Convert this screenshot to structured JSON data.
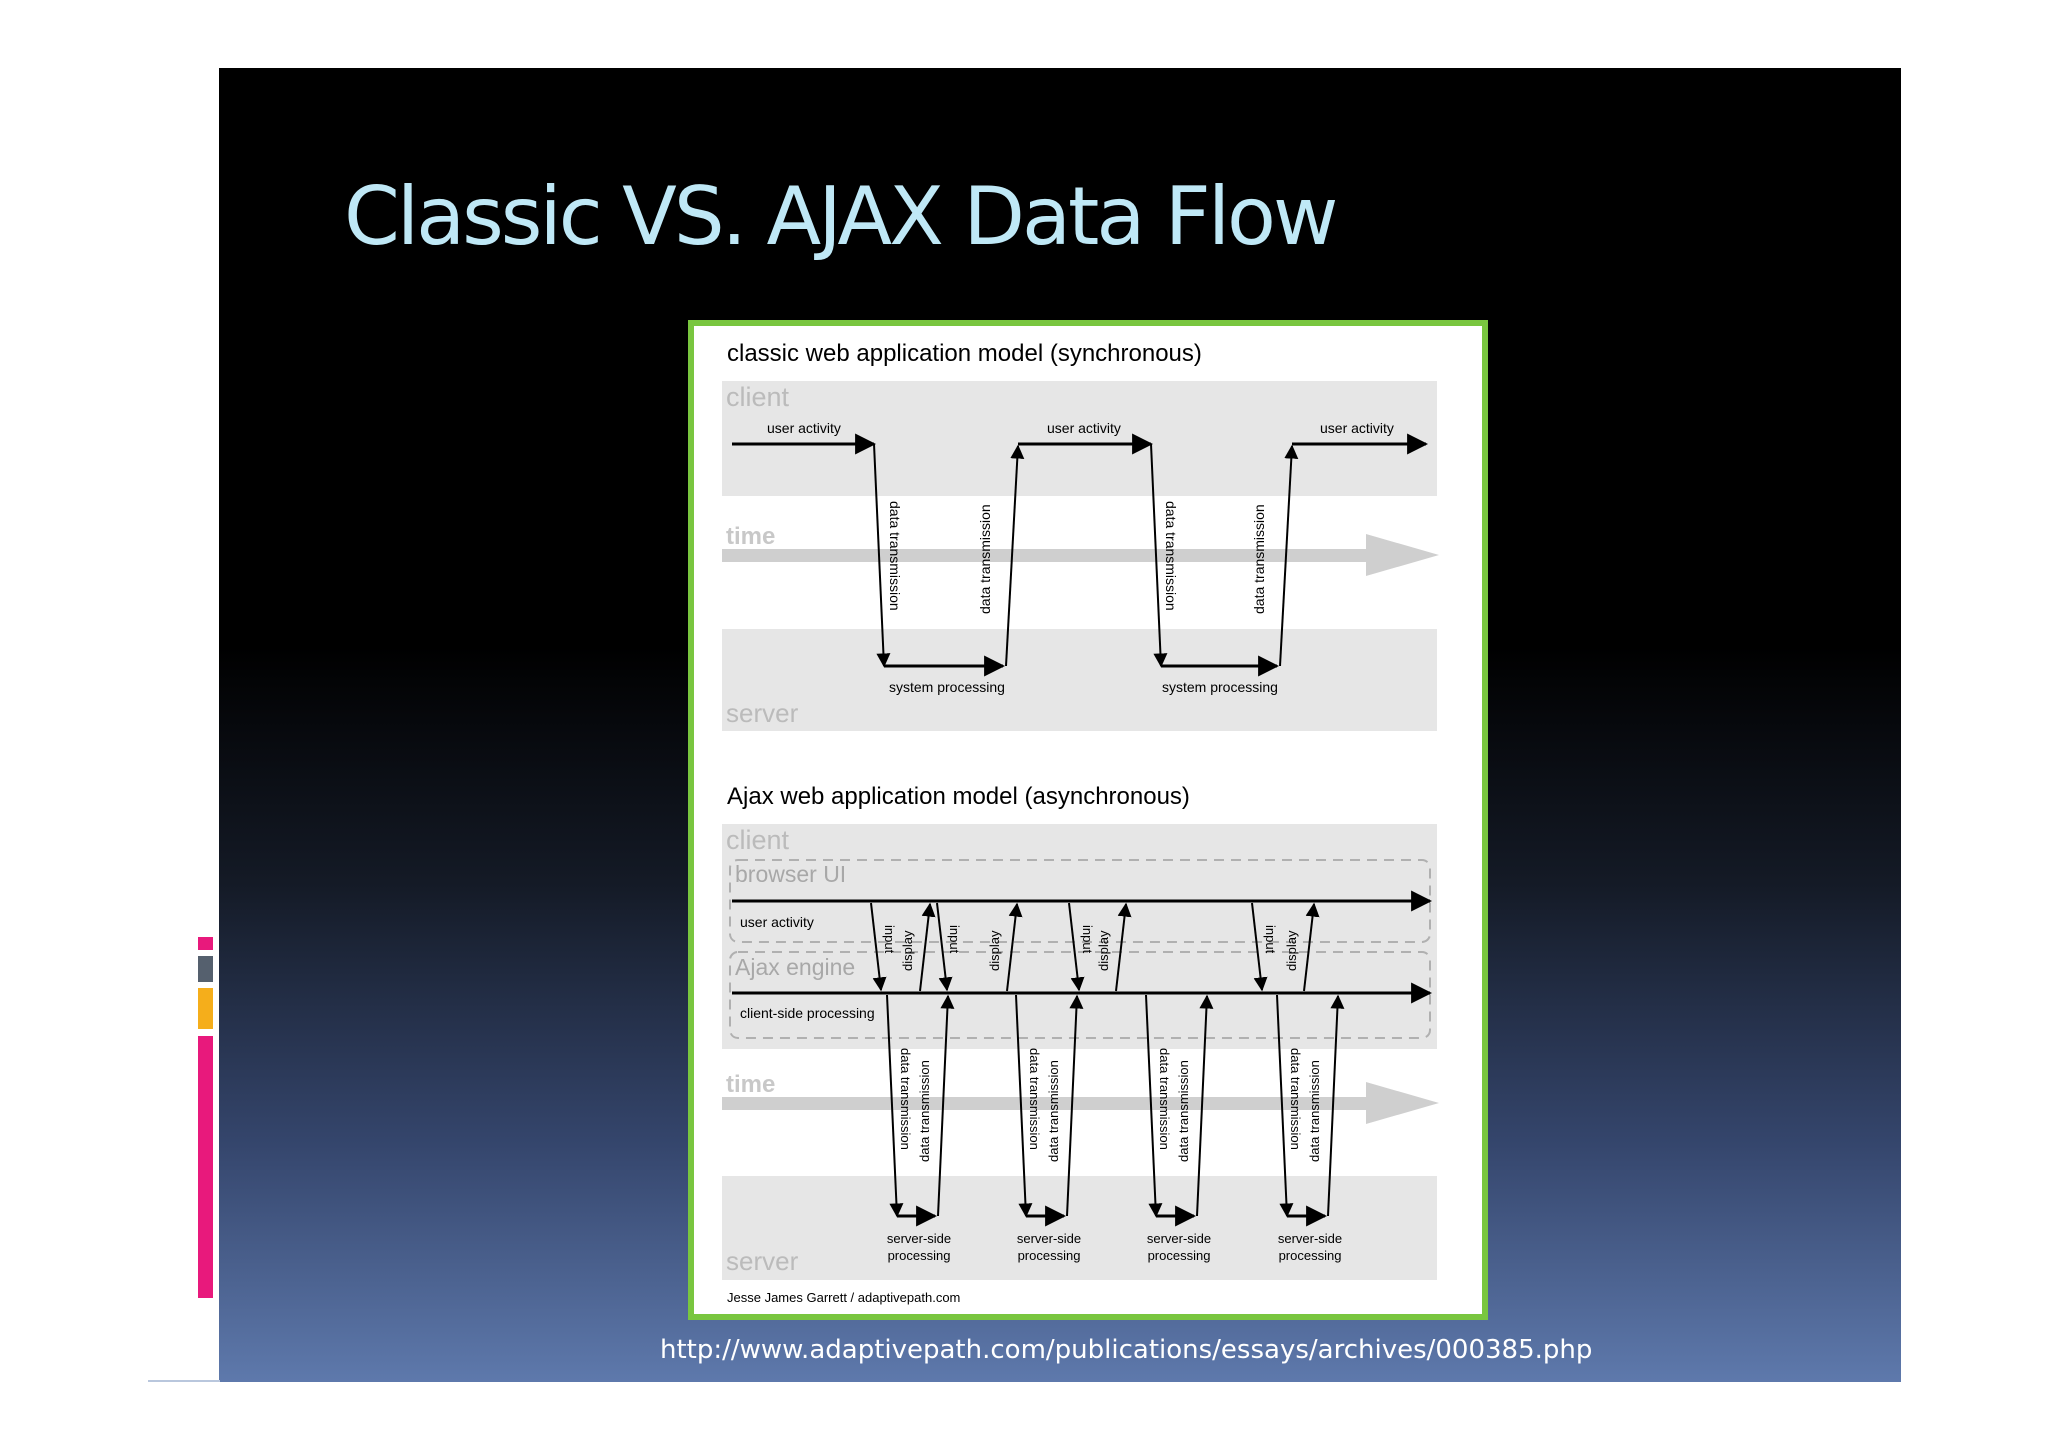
{
  "slide": {
    "title": "Classic VS. AJAX Data Flow",
    "source_url": "http://www.adaptivepath.com/publications/essays/archives/000385.php"
  },
  "diagram": {
    "classic": {
      "heading": "classic web application model (synchronous)",
      "client_label": "client",
      "time_label": "time",
      "server_label": "server",
      "user_activity": "user activity",
      "data_transmission": "data transmission",
      "system_processing": "system processing"
    },
    "ajax": {
      "heading": "Ajax web application model (asynchronous)",
      "client_label": "client",
      "browser_ui_label": "browser UI",
      "user_activity": "user activity",
      "ajax_engine_label": "Ajax engine",
      "client_side_processing": "client-side processing",
      "time_label": "time",
      "server_label": "server",
      "input": "input",
      "display": "display",
      "data_transmission": "data transmission",
      "server_side_line1": "server-side",
      "server_side_line2": "processing"
    },
    "credit": "Jesse James Garrett / adaptivepath.com"
  },
  "colors": {
    "title": "#bfe8f6",
    "frame_border": "#79c63f",
    "band": "#e6e6e6",
    "accent_pink": "#e8197c",
    "accent_gray": "#55606e",
    "accent_orange": "#f5ae1b"
  }
}
